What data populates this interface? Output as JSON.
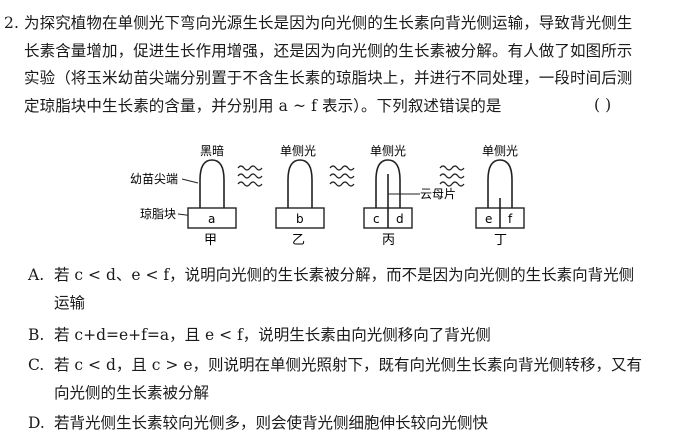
{
  "question": {
    "number": "2.",
    "lines": [
      "为探究植物在单侧光下弯向光源生长是因为向光侧的生长素向背光侧运输，导致背光侧生",
      "长素含量增加，促进生长作用增强，还是因为向光侧的生长素被分解。有人做了如图所示",
      "实验（将玉米幼苗尖端分别置于不含生长素的琼脂块上，并进行不同处理，一段时间后测",
      "定琼脂块中生长素的含量，并分别用 a ~ f 表示）。下列叙述错误的是"
    ],
    "answer_bracket": "(        )"
  },
  "figure": {
    "label_seedling_tip": "幼苗尖端",
    "label_agar_block": "琼脂块",
    "label_mica": "云母片",
    "top_dark": "黑暗",
    "top_light": "单侧光",
    "blocks": [
      "a",
      "b",
      "c",
      "d",
      "e",
      "f"
    ],
    "setups": [
      "甲",
      "乙",
      "丙",
      "丁"
    ]
  },
  "options": [
    {
      "label": "A.",
      "lines": [
        "若 c < d、e < f，说明向光侧的生长素被分解，而不是因为向光侧的生长素向背光侧",
        "运输"
      ]
    },
    {
      "label": "B.",
      "lines": [
        "若 c+d=e+f=a，且 e < f，说明生长素由向光侧移向了背光侧"
      ]
    },
    {
      "label": "C.",
      "lines": [
        "若 c < d，且 c > e，则说明在单侧光照射下，既有向光侧生长素向背光侧转移，又有",
        "向光侧的生长素被分解"
      ]
    },
    {
      "label": "D.",
      "lines": [
        "若背光侧生长素较向光侧多，则会使背光侧细胞伸长较向光侧快"
      ]
    }
  ]
}
